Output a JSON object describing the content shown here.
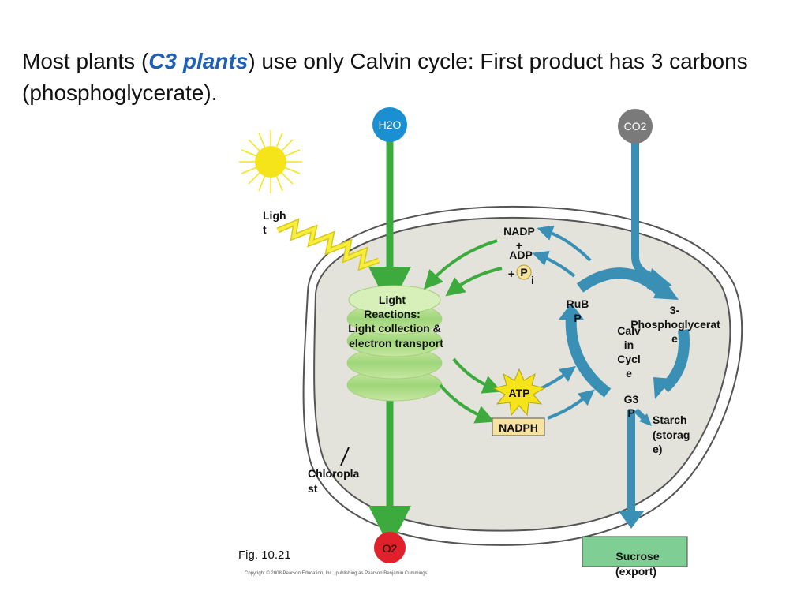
{
  "slide": {
    "heading_part1": "Most plants (",
    "heading_emphasis": "C3 plants",
    "heading_part2": ") use only Calvin cycle:  First product has 3 carbons (phosphoglycerate)."
  },
  "diagram": {
    "h2o_label": "H2O",
    "co2_label": "CO2",
    "o2_label": "O2",
    "light_line1": "Ligh",
    "light_line2": "t",
    "nadp_line1": "NADP",
    "nadp_line2": "+",
    "adp_label": "ADP",
    "plus_label": "+",
    "p_label": "P",
    "i_label": "i",
    "light_reactions_line1": "Light",
    "light_reactions_line2": "Reactions:",
    "light_reactions_line3": "Light collection &",
    "light_reactions_line4": "electron transport",
    "rubp_line1": "RuB",
    "rubp_line2": "P",
    "calvin_line1": "Calv",
    "calvin_line2": "in",
    "calvin_line3": "Cycl",
    "calvin_line4": "e",
    "pga_line1": "3-",
    "pga_line2": "Phosphoglycerat",
    "pga_line3": "e",
    "atp_label": "ATP",
    "nadph_label": "NADPH",
    "g3p_line1": "G3",
    "g3p_line2": "P",
    "starch_line1": "Starch",
    "starch_line2": "(storag",
    "starch_line3": "e)",
    "chloroplast_line1": "Chloropla",
    "chloroplast_line2": "st",
    "sucrose_line1": "Sucrose",
    "sucrose_line2": "(export)",
    "fig_label": "Fig. 10.21",
    "copyright": "Copyright © 2008 Pearson Education, Inc., publishing as Pearson Benjamin Cummings."
  },
  "colors": {
    "water_blue": "#1a8fd1",
    "co2_gray": "#7a7a7a",
    "o2_red": "#e0202a",
    "green_arrow": "#3daa3d",
    "blue_arrow": "#3a8fb5",
    "chloroplast_fill": "#e3e3dc",
    "sucrose_box": "#7fcf95",
    "nadph_box": "#f7e3a0",
    "sun_yellow": "#f5e41a",
    "heading_accent": "#1f5fb4"
  }
}
